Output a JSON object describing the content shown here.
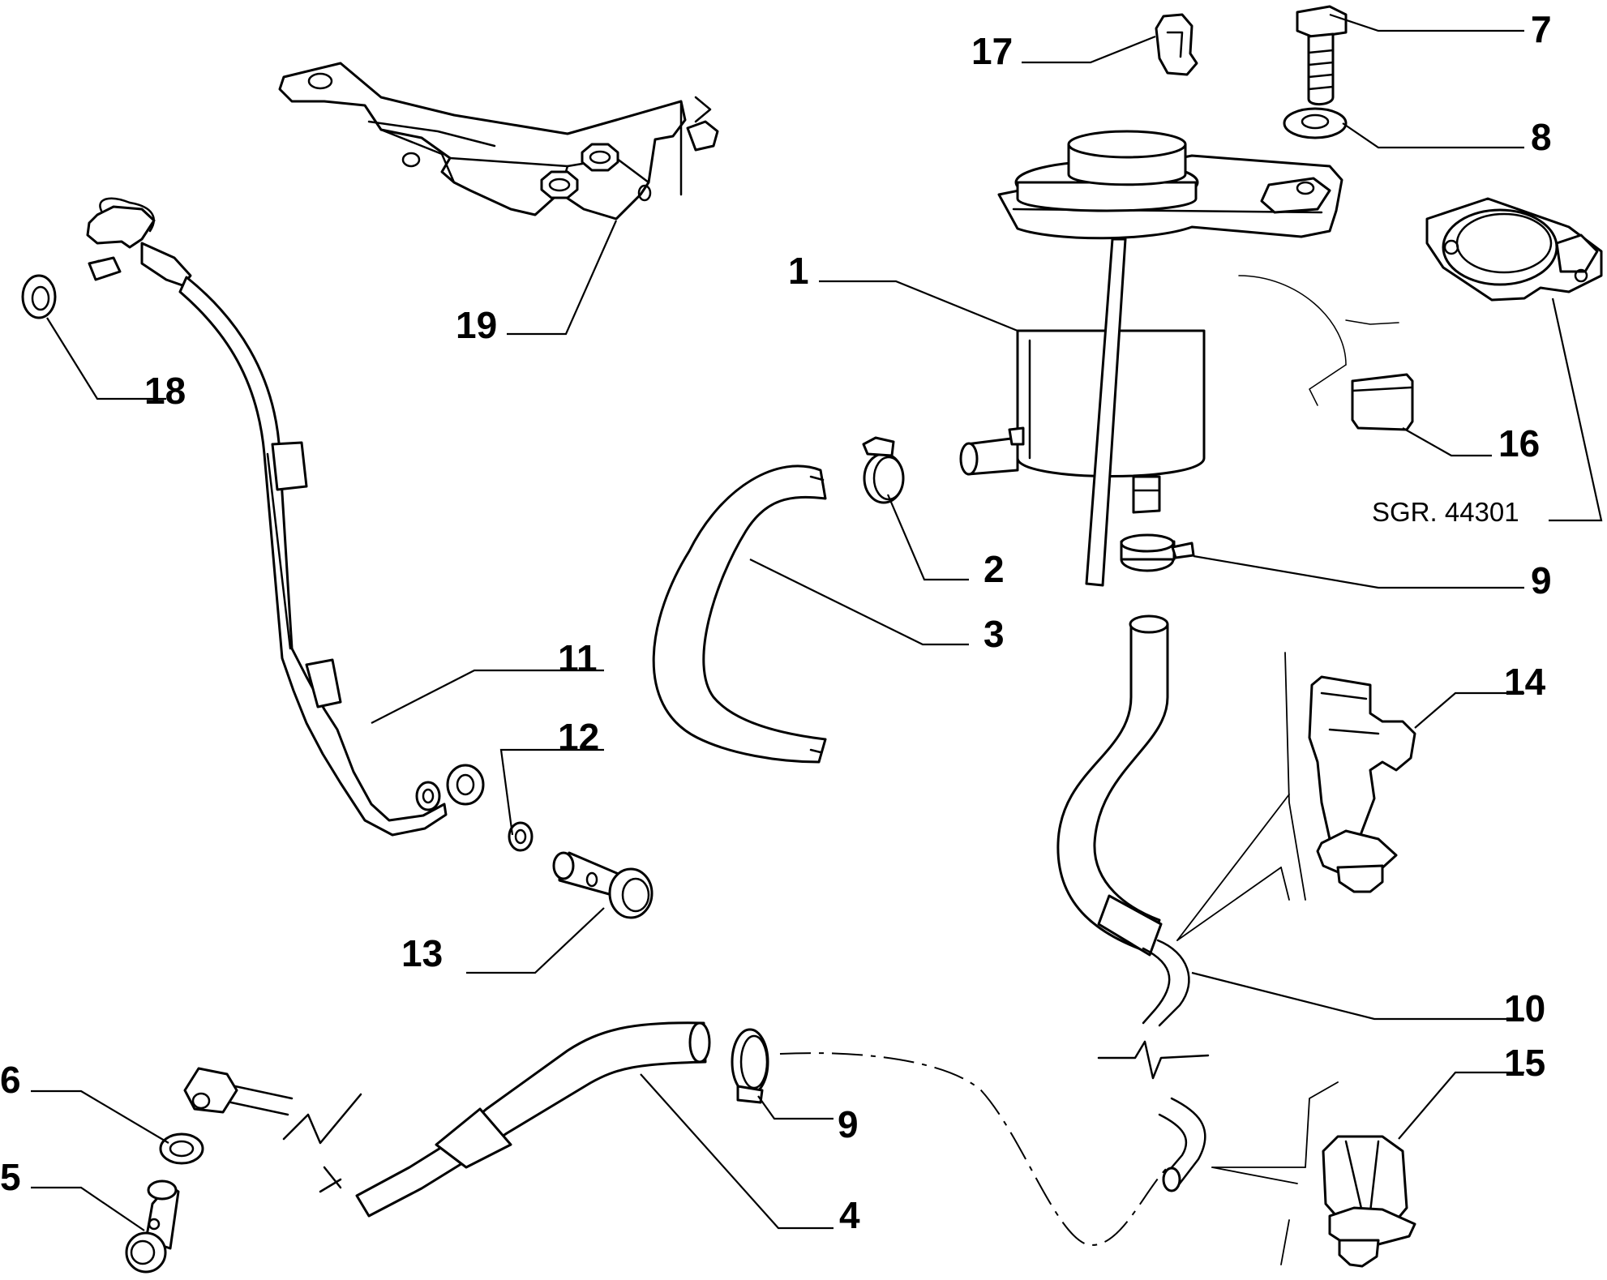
{
  "diagram": {
    "reference": "SGR. 44301",
    "callouts": {
      "c1": "1",
      "c2": "2",
      "c3": "3",
      "c4": "4",
      "c5": "5",
      "c6": "6",
      "c7": "7",
      "c8": "8",
      "c9a": "9",
      "c9b": "9",
      "c10": "10",
      "c11": "11",
      "c12": "12",
      "c13": "13",
      "c14": "14",
      "c15": "15",
      "c16": "16",
      "c17": "17",
      "c18": "18",
      "c19": "19"
    }
  }
}
